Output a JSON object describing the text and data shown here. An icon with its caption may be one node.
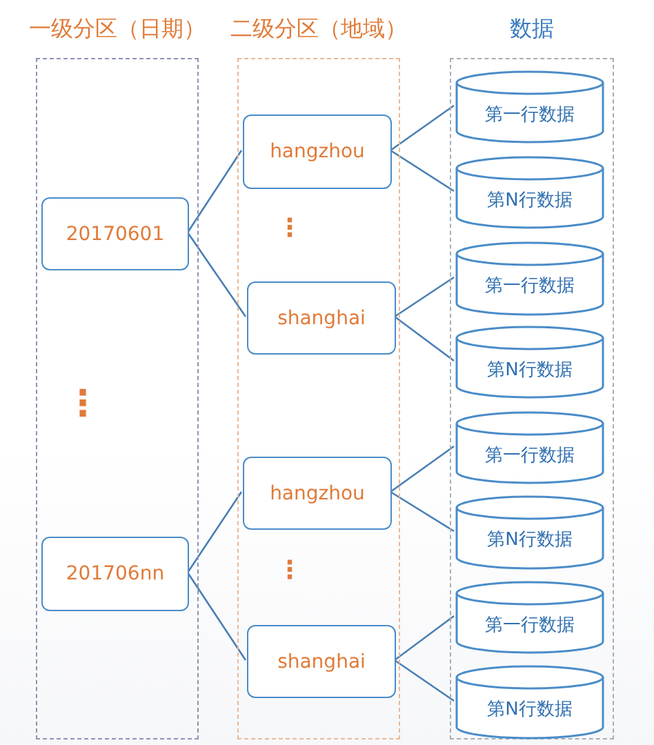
{
  "diagram": {
    "nodes": [
      {
        "text": [
          "一级分区（日期）"
        ]
      },
      {
        "text": [
          "二级分区（地域）"
        ]
      },
      {
        "text": [
          "数据"
        ]
      },
      {
        "text": [
          "20170601"
        ],
        "in": 0
      },
      {
        "text": [
          "201706nn"
        ],
        "in": 0
      },
      {
        "text": [
          "hangzhou"
        ],
        "in": 1
      },
      {
        "text": [
          "shanghai"
        ],
        "in": 1
      },
      {
        "text": [
          "hangzhou"
        ],
        "in": 1
      },
      {
        "text": [
          "shanghai"
        ],
        "in": 1
      },
      {
        "text": [
          "第一行数据"
        ],
        "in": 2
      },
      {
        "text": [
          "第N行数据"
        ],
        "in": 2
      },
      {
        "text": [
          "第一行数据"
        ],
        "in": 2
      },
      {
        "text": [
          "第N行数据"
        ],
        "in": 2
      },
      {
        "text": [
          "第一行数据"
        ],
        "in": 2
      },
      {
        "text": [
          "第N行数据"
        ],
        "in": 2
      },
      {
        "text": [
          "第一行数据"
        ],
        "in": 2
      },
      {
        "text": [
          "第N行数据"
        ],
        "in": 2
      }
    ],
    "edges": [
      {
        "from": 3,
        "to": 5,
        "arrow": "none"
      },
      {
        "from": 3,
        "to": 6,
        "arrow": "none"
      },
      {
        "from": 4,
        "to": 7,
        "arrow": "none"
      },
      {
        "from": 4,
        "to": 8,
        "arrow": "none"
      },
      {
        "from": 5,
        "to": 9,
        "arrow": "none"
      },
      {
        "from": 5,
        "to": 10,
        "arrow": "none"
      },
      {
        "from": 6,
        "to": 11,
        "arrow": "none"
      },
      {
        "from": 6,
        "to": 12,
        "arrow": "none"
      },
      {
        "from": 7,
        "to": 13,
        "arrow": "none"
      },
      {
        "from": 7,
        "to": 14,
        "arrow": "none"
      },
      {
        "from": 8,
        "to": 15,
        "arrow": "none"
      },
      {
        "from": 8,
        "to": 16,
        "arrow": "none"
      }
    ],
    "labels": [
      "⋮",
      "⋮",
      "⋮"
    ]
  }
}
